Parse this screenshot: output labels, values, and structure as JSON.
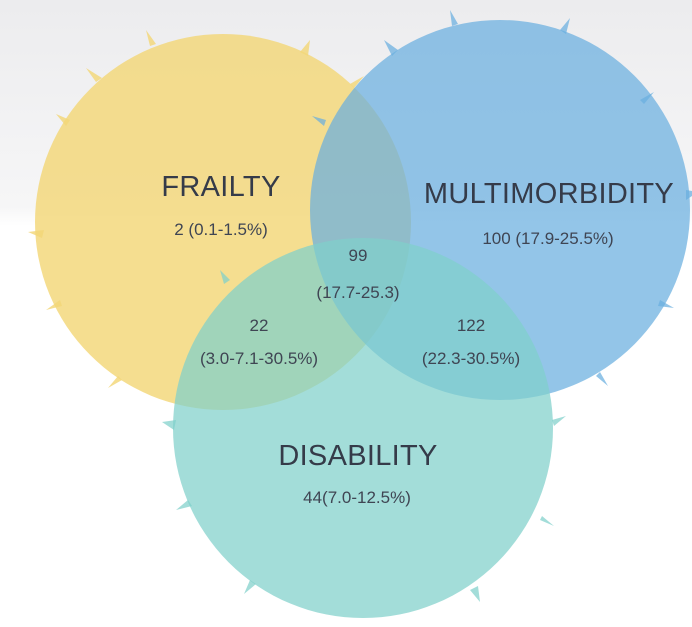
{
  "venn": {
    "sets": [
      {
        "key": "frailty",
        "name": "FRAILTY",
        "value": "2 (0.1-1.5%)",
        "color": "#f3d777"
      },
      {
        "key": "multimorbidity",
        "name": "MULTIMORBIDITY",
        "value": "100 (17.9-25.5%)",
        "color": "#6aaedf"
      },
      {
        "key": "disability",
        "name": "DISABILITY",
        "value": "44(7.0-12.5%)",
        "color": "#7fd0cb"
      }
    ],
    "overlaps": {
      "frailty_multimorbidity": {
        "count": "99",
        "range": "(17.7-25.3)"
      },
      "frailty_disability": {
        "count": "22",
        "range": "(3.0-7.1-30.5%)"
      },
      "multimorbidity_disability": {
        "count": "122",
        "range": "(22.3-30.5%)"
      }
    }
  }
}
